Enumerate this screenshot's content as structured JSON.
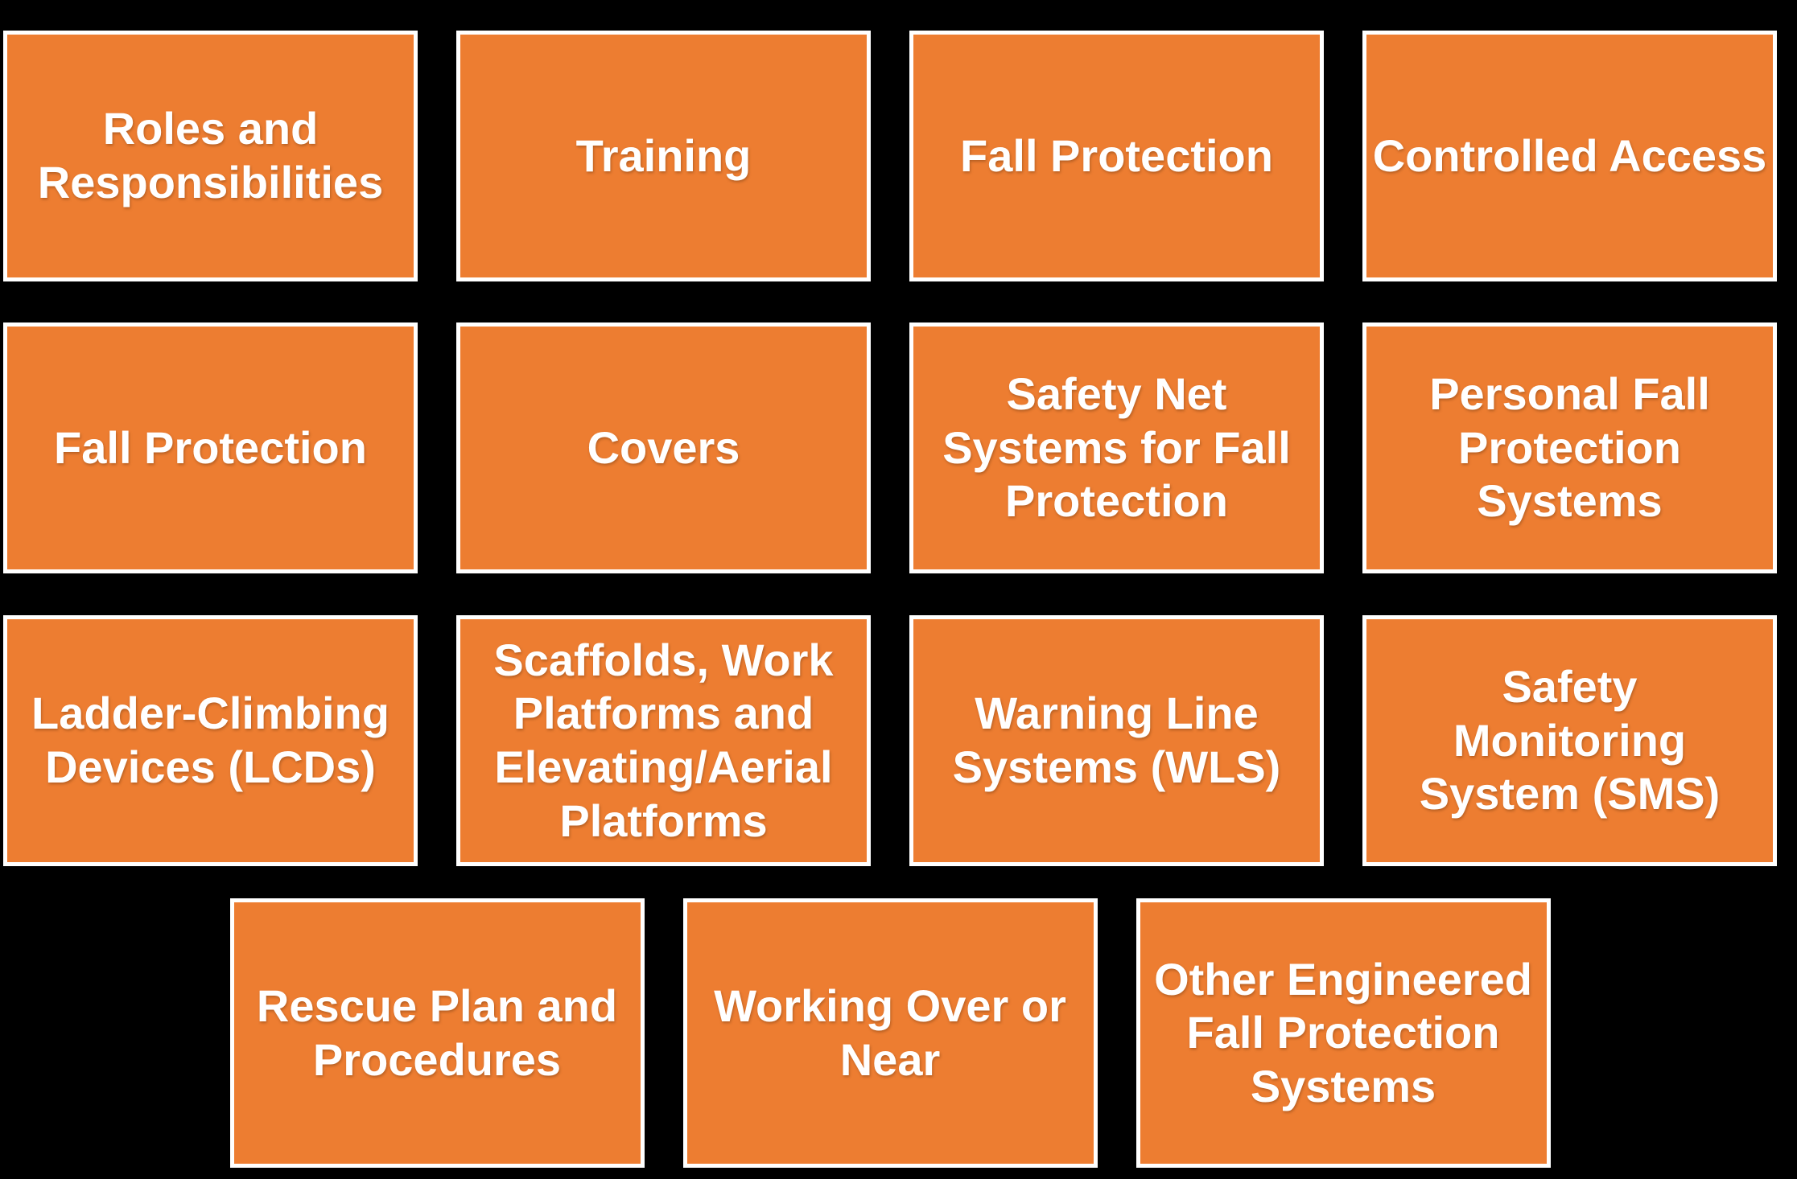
{
  "diagram": {
    "background_color": "#000000",
    "tile_fill_color": "#ED7D31",
    "tile_border_color": "#FFFFFF",
    "tile_text_color": "#FFFFFF",
    "rows": [
      {
        "tiles": [
          {
            "label": "Roles and\nResponsibilities"
          },
          {
            "label": "Training"
          },
          {
            "label": "Fall Protection"
          },
          {
            "label": "Controlled Access"
          }
        ]
      },
      {
        "tiles": [
          {
            "label": "Fall Protection"
          },
          {
            "label": "Covers"
          },
          {
            "label": "Safety Net\nSystems for Fall\nProtection"
          },
          {
            "label": "Personal Fall\nProtection\nSystems"
          }
        ]
      },
      {
        "tiles": [
          {
            "label": "Ladder-Climbing\nDevices (LCDs)"
          },
          {
            "label": "Scaffolds, Work\nPlatforms and\nElevating/Aerial\nPlatforms"
          },
          {
            "label": "Warning Line\nSystems (WLS)"
          },
          {
            "label": "Safety\nMonitoring\nSystem (SMS)"
          }
        ]
      },
      {
        "tiles": [
          {
            "label": "Rescue Plan and\nProcedures"
          },
          {
            "label": "Working Over or\nNear"
          },
          {
            "label": "Other Engineered\nFall Protection\nSystems"
          }
        ]
      }
    ]
  }
}
